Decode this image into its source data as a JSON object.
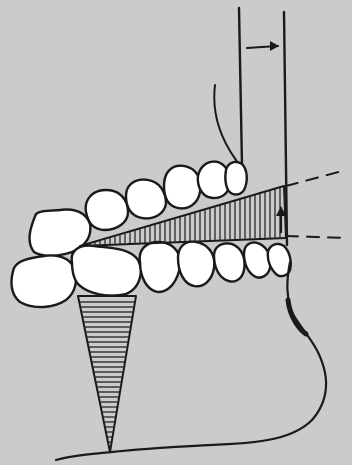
{
  "figure": {
    "kind": "dental occlusion line drawing",
    "background_color": "#c9ccc9",
    "ink_color": "#1a1a1a",
    "tooth_fill": "#ffffff",
    "elements": [
      "reference-vertical-lines",
      "displacement-arrow-right",
      "upper-dental-arch",
      "lower-dental-arch",
      "hatched-occlusal-wedge",
      "wedge-up-arrow",
      "dashed-reference-lines",
      "hatched-vertical-wedge",
      "soft-tissue-profile"
    ]
  }
}
